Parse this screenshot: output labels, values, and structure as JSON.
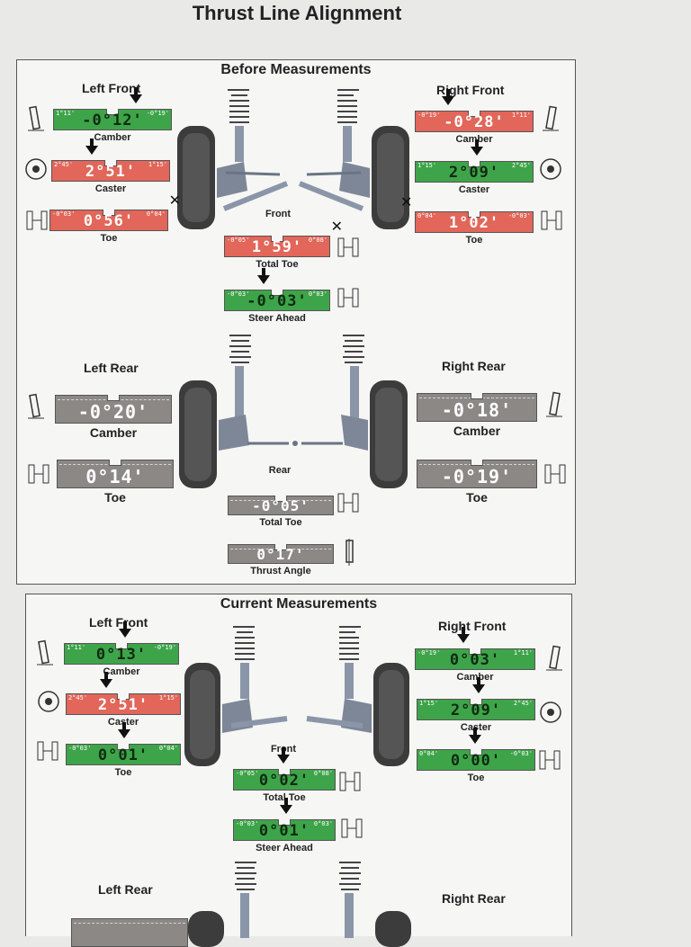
{
  "title": "Thrust Line Alignment",
  "before": {
    "title": "Before Measurements",
    "left_front_label": "Left Front",
    "right_front_label": "Right Front",
    "left_rear_label": "Left Rear",
    "right_rear_label": "Right Rear",
    "front_label": "Front",
    "rear_label": "Rear",
    "lf_camber": {
      "min": "1°11'",
      "max": "-0°19'",
      "value": "-0°12'",
      "caption": "Camber",
      "color": "#3ea44a"
    },
    "lf_caster": {
      "min": "2°45'",
      "max": "1°15'",
      "value": "2°51'",
      "caption": "Caster",
      "color": "#e2665a"
    },
    "lf_toe": {
      "min": "-0°03'",
      "max": "0°04'",
      "value": "0°56'",
      "caption": "Toe",
      "color": "#e2665a"
    },
    "rf_camber": {
      "min": "-0°19'",
      "max": "1°11'",
      "value": "-0°28'",
      "caption": "Camber",
      "color": "#e2665a"
    },
    "rf_caster": {
      "min": "1°15'",
      "max": "2°45'",
      "value": "2°09'",
      "caption": "Caster",
      "color": "#3ea44a"
    },
    "rf_toe": {
      "min": "0°04'",
      "max": "-0°03'",
      "value": "1°02'",
      "caption": "Toe",
      "color": "#e2665a"
    },
    "total_toe": {
      "min": "-0°05'",
      "max": "0°08'",
      "value": "1°59'",
      "caption": "Total Toe",
      "color": "#e2665a"
    },
    "steer_ahead": {
      "min": "-0°03'",
      "max": "0°03'",
      "value": "-0°03'",
      "caption": "Steer Ahead",
      "color": "#3ea44a"
    },
    "lr_camber": {
      "value": "-0°20'",
      "caption": "Camber"
    },
    "lr_toe": {
      "value": "0°14'",
      "caption": "Toe"
    },
    "rr_camber": {
      "value": "-0°18'",
      "caption": "Camber"
    },
    "rr_toe": {
      "value": "-0°19'",
      "caption": "Toe"
    },
    "rear_total_toe": {
      "value": "-0°05'",
      "caption": "Total Toe"
    },
    "thrust_angle": {
      "value": "0°17'",
      "caption": "Thrust Angle"
    }
  },
  "current": {
    "title": "Current Measurements",
    "left_front_label": "Left Front",
    "right_front_label": "Right Front",
    "left_rear_label": "Left Rear",
    "right_rear_label": "Right Rear",
    "front_label": "Front",
    "lf_camber": {
      "min": "1°11'",
      "max": "-0°19'",
      "value": "0°13'",
      "caption": "Camber",
      "color": "#3ea44a"
    },
    "lf_caster": {
      "min": "2°45'",
      "max": "1°15'",
      "value": "2°51'",
      "caption": "Caster",
      "color": "#e2665a"
    },
    "lf_toe": {
      "min": "-0°03'",
      "max": "0°04'",
      "value": "0°01'",
      "caption": "Toe",
      "color": "#3ea44a"
    },
    "rf_camber": {
      "min": "-0°19'",
      "max": "1°11'",
      "value": "0°03'",
      "caption": "Camber",
      "color": "#3ea44a"
    },
    "rf_caster": {
      "min": "1°15'",
      "max": "2°45'",
      "value": "2°09'",
      "caption": "Caster",
      "color": "#3ea44a"
    },
    "rf_toe": {
      "min": "0°04'",
      "max": "-0°03'",
      "value": "0°00'",
      "caption": "Toe",
      "color": "#3ea44a"
    },
    "total_toe": {
      "min": "-0°05'",
      "max": "0°08'",
      "value": "0°02'",
      "caption": "Total Toe",
      "color": "#3ea44a"
    },
    "steer_ahead": {
      "min": "-0°03'",
      "max": "0°03'",
      "value": "0°01'",
      "caption": "Steer Ahead",
      "color": "#3ea44a"
    }
  }
}
